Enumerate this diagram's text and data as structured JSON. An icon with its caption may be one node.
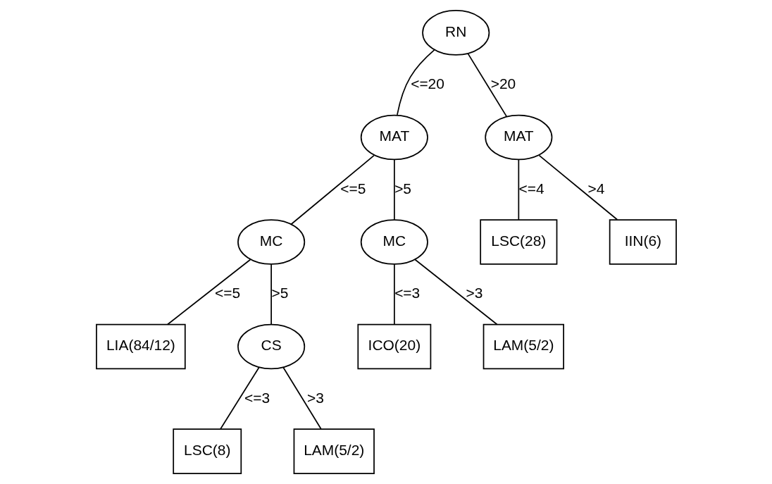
{
  "diagram": {
    "nodes": [
      {
        "text": [
          "RN"
        ]
      },
      {
        "text": [
          "MAT"
        ]
      },
      {
        "text": [
          "MAT"
        ]
      },
      {
        "text": [
          "LSC(28)"
        ]
      },
      {
        "text": [
          "IIN(6)"
        ]
      },
      {
        "text": [
          "MC"
        ]
      },
      {
        "text": [
          "MC"
        ]
      },
      {
        "text": [
          "ICO(20)"
        ]
      },
      {
        "text": [
          "LAM(5/2)"
        ]
      },
      {
        "text": [
          "LIA(84/12)"
        ]
      },
      {
        "text": [
          "CS"
        ]
      },
      {
        "text": [
          "LSC(8)"
        ]
      },
      {
        "text": [
          "LAM(5/2)"
        ]
      }
    ],
    "edges": [
      {
        "from": 0,
        "to": 2,
        "arrow": "none",
        "label": "<=20"
      },
      {
        "from": 0,
        "to": 1,
        "arrow": "none",
        "label": ">20"
      },
      {
        "from": 1,
        "to": 3,
        "arrow": "none",
        "label": "<=4"
      },
      {
        "from": 1,
        "to": 4,
        "arrow": "none",
        "label": ">4"
      },
      {
        "from": 2,
        "to": 5,
        "arrow": "none",
        "label": "<=5"
      },
      {
        "from": 2,
        "to": 6,
        "arrow": "none",
        "label": ">5"
      },
      {
        "from": 5,
        "to": 9,
        "arrow": "none",
        "label": "<=5"
      },
      {
        "from": 5,
        "to": 10,
        "arrow": "none",
        "label": ">5"
      },
      {
        "from": 6,
        "to": 7,
        "arrow": "none",
        "label": "<=3"
      },
      {
        "from": 6,
        "to": 8,
        "arrow": "none",
        "label": ">3"
      },
      {
        "from": 10,
        "to": 11,
        "arrow": "none",
        "label": "<=3"
      },
      {
        "from": 10,
        "to": 12,
        "arrow": "none",
        "label": ">3"
      }
    ]
  }
}
